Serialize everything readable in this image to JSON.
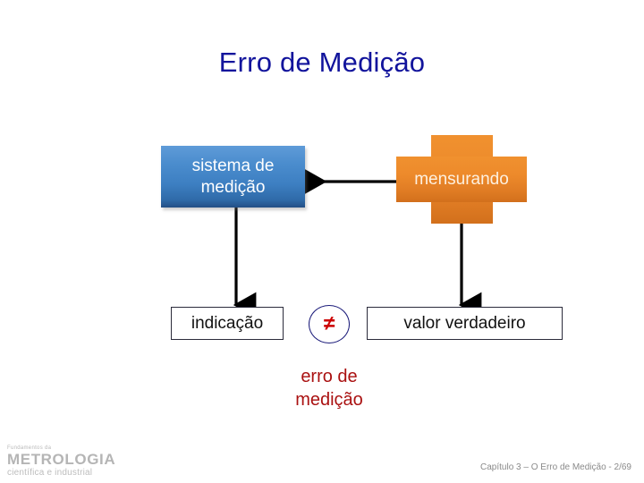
{
  "slide": {
    "title": "Erro de Medição",
    "background_color": "#ffffff",
    "title_color": "#12149c"
  },
  "diagram": {
    "measuring_system_box": {
      "label": "sistema de\nmedição",
      "fill_top_color": "#5f9bd8",
      "fill_bottom_color": "#234f85",
      "text_color": "#ffffff",
      "shape": "rectangle"
    },
    "measurand_box": {
      "label": "mensurando",
      "fill_top_color": "#f0912f",
      "fill_bottom_color": "#d2701c",
      "text_color": "#fdf0e0",
      "shape": "cross"
    },
    "indication_box": {
      "label": "indicação",
      "fill_color": "#ffffff",
      "border_color": "#2b2b3b",
      "text_color": "#111111",
      "shape": "rectangle"
    },
    "true_value_box": {
      "label": "valor verdadeiro",
      "fill_color": "#ffffff",
      "border_color": "#2b2b3b",
      "text_color": "#111111",
      "shape": "rectangle"
    },
    "not_equal_marker": {
      "symbol": "≠",
      "symbol_color": "#cc0000",
      "circle_color": "#1b1b7a"
    },
    "error_caption": {
      "label": "erro de\nmedição",
      "text_color": "#aa1111"
    },
    "arrows": [
      {
        "name": "measurand-to-system",
        "from": "mensurando",
        "to": "sistema de medição",
        "direction": "left",
        "color": "#000000"
      },
      {
        "name": "system-to-indication",
        "from": "sistema de medição",
        "to": "indicação",
        "direction": "down",
        "color": "#000000"
      },
      {
        "name": "measurand-to-true-value",
        "from": "mensurando",
        "to": "valor verdadeiro",
        "direction": "down",
        "color": "#000000"
      }
    ]
  },
  "logo": {
    "line_top": "Fundamentos da",
    "line_main": "METROLOGIA",
    "line_sub": "científica e industrial"
  },
  "footer": {
    "note": "Capítulo 3 – O Erro de Medição - 2/69"
  }
}
